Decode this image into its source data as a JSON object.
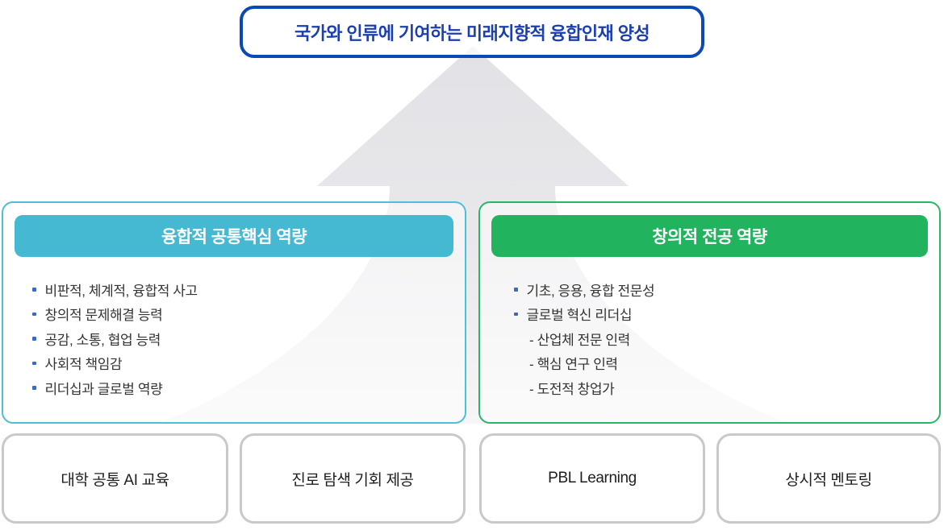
{
  "title": {
    "label": "국가와 인류에 기여하는 미래지향적 융합인재 양성"
  },
  "left_panel": {
    "header": "융합적 공통핵심 역량",
    "items": [
      "비판적, 체계적, 융합적 사고",
      "창의적 문제해결 능력",
      "공감, 소통, 협업 능력",
      "사회적 책임감",
      "리더십과 글로벌 역량"
    ]
  },
  "right_panel": {
    "header": "창의적 전공 역량",
    "items": [
      "기초, 응용, 융합 전문성",
      "글로벌 혁신 리더십"
    ],
    "sub_items": [
      "- 산업체 전문 인력",
      "- 핵심 연구 인력",
      "- 도전적 창업가"
    ]
  },
  "bottom_boxes": [
    "대학 공통 AI 교육",
    "진로 탐색 기회 제공",
    "PBL Learning",
    "상시적 멘토링"
  ],
  "colors": {
    "title_border": "#0b4ab4",
    "title_text": "#1b3fae",
    "teal_header": "#45b8d2",
    "teal_border": "#4cc0d6",
    "green_header": "#21b35e",
    "green_border": "#2ab765",
    "arrow_gray_top": "#e2e2e6",
    "arrow_gray_bottom": "#f6f6f8",
    "bullet_blue": "#3a6bc0",
    "bottom_box_border": "#c9c9cd"
  }
}
